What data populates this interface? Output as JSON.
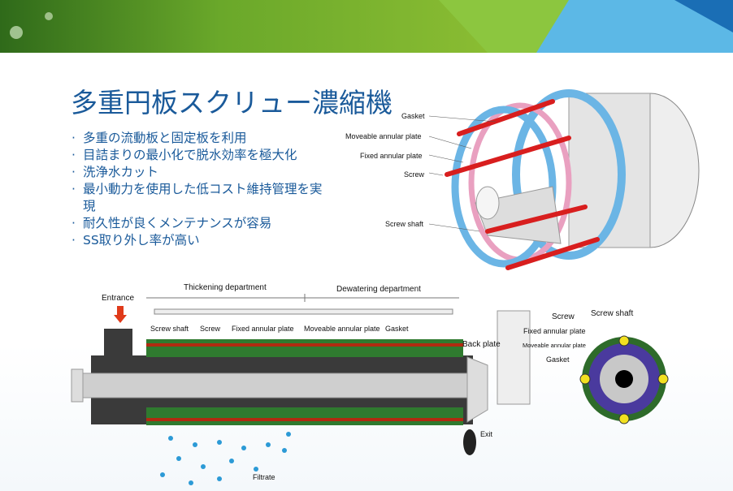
{
  "title": "多重円板スクリュー濃縮機",
  "bullets": [
    "多重の流動板と固定板を利用",
    "目詰まりの最小化で脱水効率を極大化",
    "洗浄水カット",
    "最小動力を使用した低コスト維持管理を実現",
    "耐久性が良くメンテナンスが容易",
    "SS取り外し率が高い"
  ],
  "top_diagram": {
    "gasket": "Gasket",
    "moveable": "Moveable annular plate",
    "fixed": "Fixed annular plate",
    "screw": "Screw",
    "shaft": "Screw shaft"
  },
  "main_diagram": {
    "entrance": "Entrance",
    "thickening": "Thickening department",
    "dewatering": "Dewatering department",
    "shaft": "Screw shaft",
    "screw": "Screw",
    "fixed": "Fixed annular plate",
    "moveable": "Moveable annular plate",
    "gasket": "Gasket",
    "back_plate": "Back plate",
    "exit": "Exit",
    "filtrate": "Filtrate"
  },
  "section_diagram": {
    "screw": "Screw",
    "shaft": "Screw shaft",
    "fixed": "Fixed annular plate",
    "moveable": "Moveable annular plate",
    "gasket": "Gasket"
  },
  "colors": {
    "title": "#1a5a9a",
    "green": "#7cbb2a",
    "blue": "#4aa8e0"
  }
}
